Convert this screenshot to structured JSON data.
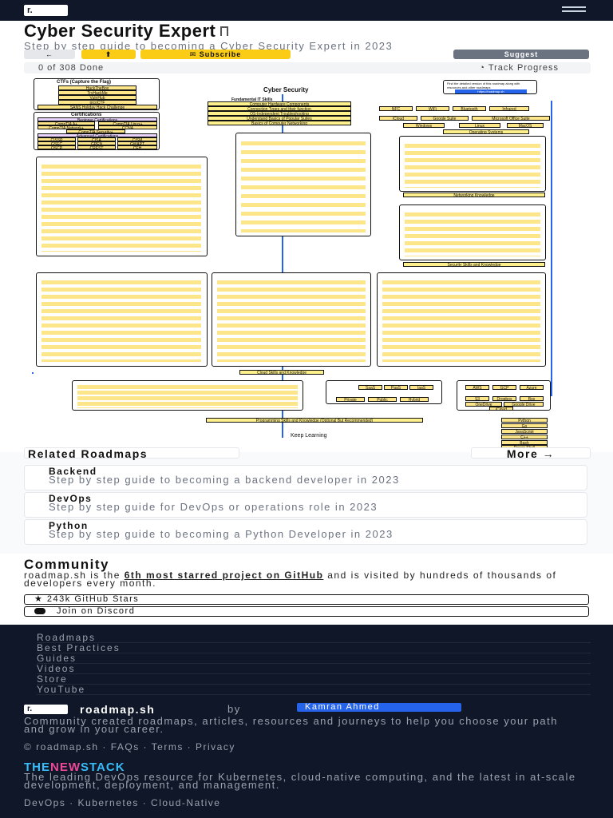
{
  "header": {
    "logo_text": "r.",
    "title": "Cyber Security Expert",
    "subtitle": "Step by step guide to becoming a Cyber Security Expert in 2023"
  },
  "actions": {
    "back_label": "←",
    "share_label": "⬆",
    "subscribe_label": "✉ Subscribe",
    "suggest_label": "Suggest"
  },
  "progress": {
    "done_text": "0 of 308 Done",
    "track_label": "Track Progress"
  },
  "roadmap": {
    "title": "Cyber Security",
    "note": "Find the detailed version of this roadmap along with resources and other roadmaps",
    "note_link": "https://roadmap.sh",
    "left_groups": {
      "ctf_title": "CTFs (Capture the Flag)",
      "ctf": [
        "HackTheBox",
        "TryHackMe",
        "VulnHub",
        "picoCTF",
        "SANS Holiday Hack Challenge"
      ],
      "cert_title": "Certifications",
      "cert_beginner": "Beginner Certifications",
      "cert_advanced": "Advanced Certifications",
      "certs": [
        "CompTIA A+",
        "CompTIA Linux+",
        "CompTIA Network+",
        "CCNA",
        "CompTIA Security+",
        "CISSP",
        "CISA",
        "CISM",
        "GSEC",
        "GPEN",
        "GWAPT",
        "GIAC",
        "OSCP",
        "CREST",
        "CEH"
      ]
    },
    "center_top": [
      "Computer Hardware Components",
      "Connection Types and their function",
      "OS-Independent Troubleshooting",
      "Understand Basics of Popular Suites",
      "Basics of Computer Networking"
    ],
    "center_right_small": [
      "NFC",
      "WiFi",
      "Bluetooth",
      "Infrared",
      "iCloud",
      "Google Suite",
      "Microsoft Office Suite"
    ],
    "os_labels": [
      "Windows",
      "Linux",
      "MacOS"
    ],
    "section_labels": {
      "fundamental": "Fundamental IT Skills",
      "os": "Operating Systems",
      "networking": "Networking Knowledge",
      "security": "Security Skills and Knowledge",
      "cloud": "Cloud Skills and Knowledge",
      "programming": "Programming Skills and Knowledge (Optional But Recommended)",
      "keep_learning": "Keep Learning"
    },
    "languages": [
      "Python",
      "Go",
      "JavaScript",
      "C++",
      "Bash",
      "Power Shell"
    ],
    "cloud_services": [
      "AWS",
      "GCP",
      "Azure",
      "S3",
      "Dropbox",
      "Box",
      "OneDrive",
      "Google Drive",
      "iCloud"
    ],
    "cloud_models": [
      "SaaS",
      "PaaS",
      "IaaS",
      "Private",
      "Public",
      "Hybrid"
    ]
  },
  "related": {
    "title": "Related Roadmaps",
    "more_label": "More →",
    "items": [
      {
        "title": "Backend",
        "desc": "Step by step guide to becoming a backend developer in 2023"
      },
      {
        "title": "DevOps",
        "desc": "Step by step guide for DevOps or operations role in 2023"
      },
      {
        "title": "Python",
        "desc": "Step by step guide to becoming a Python Developer in 2023"
      }
    ]
  },
  "community": {
    "title": "Community",
    "text_before": "roadmap.sh is the ",
    "text_link": "6th most starred project on GitHub",
    "text_after": " and is visited by hundreds of thousands of developers every month.",
    "github_label": "★  243k  GitHub Stars",
    "discord_label": "Join on Discord"
  },
  "footer": {
    "links": [
      "Roadmaps",
      "Best Practices",
      "Guides",
      "Videos",
      "Store",
      "YouTube"
    ],
    "brand_logo": "r.",
    "brand_name": "roadmap.sh",
    "by": "by",
    "author": "Kamran Ahmed",
    "desc": "Community created roadmaps, articles, resources and journeys to help you choose your path and grow in your career.",
    "bottom_links": "© roadmap.sh  ·  FAQs  ·  Terms  ·  Privacy",
    "tns_logo_a": "THE",
    "tns_logo_b": "NEW",
    "tns_logo_c": "STACK",
    "tns_desc": "The leading DevOps resource for Kubernetes, cloud-native computing, and the latest in at-scale development, deployment, and management.",
    "tns_links": "DevOps  ·  Kubernetes  ·  Cloud-Native"
  },
  "colors": {
    "nav_bg": "#0f1728",
    "accent_yellow": "#facc15",
    "node_yellow": "#fde68a",
    "spine_blue": "#2563eb",
    "author_badge": "#2563eb"
  }
}
